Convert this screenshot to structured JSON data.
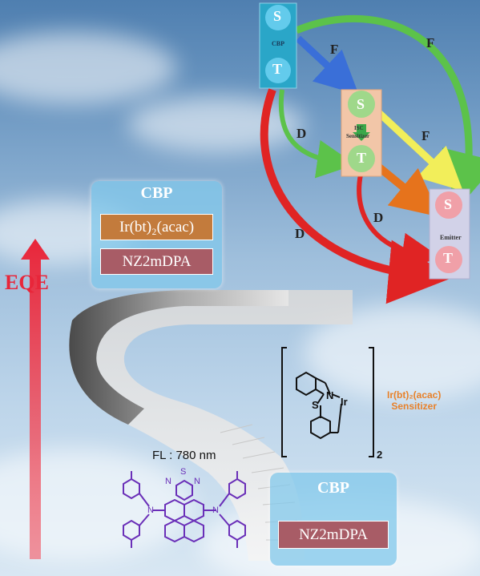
{
  "eqe_label": "EQE",
  "top_stack": {
    "title": "CBP",
    "sensitizer": "Ir(bt)₂(acac)",
    "emitter": "NZ2mDPA"
  },
  "bottom_stack": {
    "title": "CBP",
    "emitter": "NZ2mDPA"
  },
  "sensitizer_caption": {
    "name": "Ir(bt)₂(acac)",
    "role": "Sensitizer"
  },
  "emitter_caption": "FL : 780 nm",
  "energy_diagram": {
    "cbp": {
      "s": "S",
      "t": "T",
      "label": "CBP"
    },
    "sensitizer": {
      "s": "S",
      "t": "T",
      "label_line1": "ISC",
      "label_line2": "Sensitizer"
    },
    "emitter": {
      "s": "S",
      "t": "T",
      "label": "Emitter"
    },
    "transfers": {
      "f1": "F",
      "f2": "F",
      "f3": "F",
      "d1": "D",
      "d2": "D",
      "d3": "D"
    }
  },
  "molecule_atoms": {
    "ir_s": "S",
    "ir_n": "N",
    "ir_metal": "Ir",
    "ir_subscript": "2",
    "nz_s": "S",
    "nz_n1": "N",
    "nz_n2": "N",
    "nz_n3": "N",
    "nz_n4": "N"
  },
  "colors": {
    "eqe_red": "#e8263a",
    "f_green": "#5cc24a",
    "f_yellow": "#f2ee5a",
    "d_red": "#e02424",
    "arrow_blue": "#3a6fd8",
    "arrow_orange": "#e6731c",
    "molecule_purple": "#6a2fb8",
    "caption_orange": "#e8812a"
  }
}
